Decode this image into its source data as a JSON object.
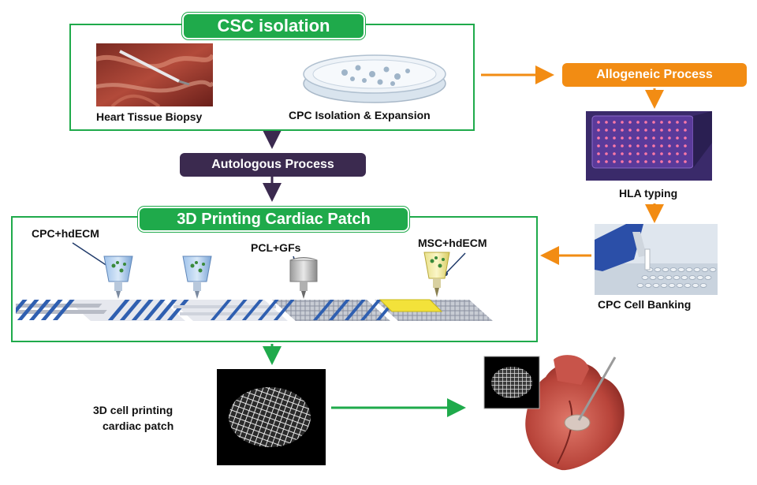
{
  "csc": {
    "title": "CSC isolation",
    "biopsy_label": "Heart Tissue Biopsy",
    "dish_label": "CPC Isolation & Expansion"
  },
  "autologous_label": "Autologous Process",
  "allogeneic": {
    "title": "Allogeneic Process",
    "hla_label": "HLA typing",
    "banking_label": "CPC Cell Banking"
  },
  "printing": {
    "title": "3D Printing Cardiac Patch",
    "ink1": "CPC+hdECM",
    "ink2": "PCL+GFs",
    "ink3": "MSC+hdECM"
  },
  "result": {
    "patch_label_line1": "3D cell printing",
    "patch_label_line2": "cardiac  patch"
  },
  "colors": {
    "green": "#1faa4b",
    "purple": "#3b2a4f",
    "orange": "#f28c13",
    "arrow_navy": "#1f2a44"
  }
}
